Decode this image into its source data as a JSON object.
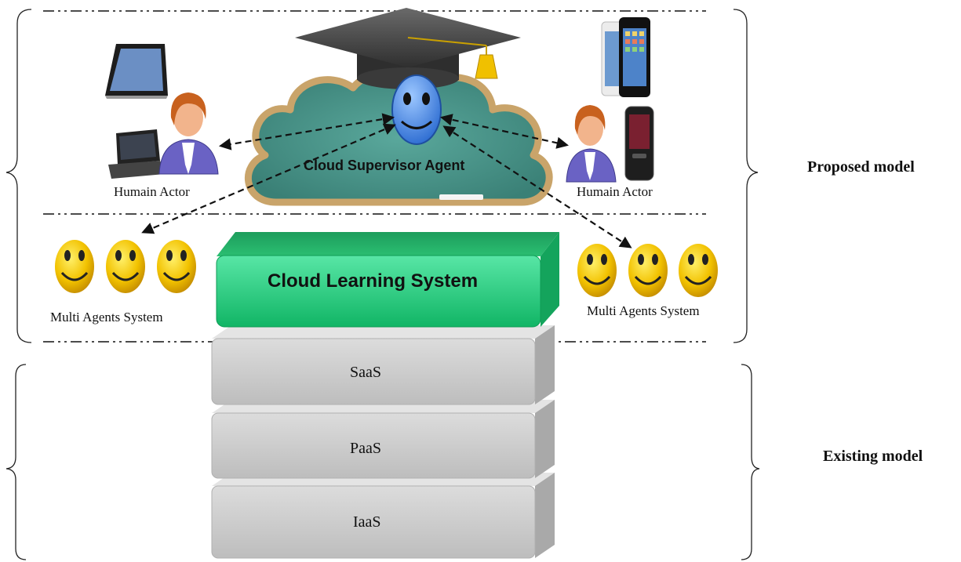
{
  "labels": {
    "proposed_model": "Proposed model",
    "existing_model": "Existing model",
    "cloud_supervisor_agent": "Cloud Supervisor Agent",
    "cloud_learning_system": "Cloud Learning System",
    "human_actor_left": "Humain Actor",
    "human_actor_right": "Humain Actor",
    "mas_left": "Multi Agents System",
    "mas_right": "Multi Agents System"
  },
  "layers": [
    "SaaS",
    "PaaS",
    "IaaS"
  ],
  "colors": {
    "cls_green": "#1ec97a",
    "layer_gray": "#c8c8c8",
    "cloud_fill": "#4c9a8e",
    "cloud_border": "#c9a46a",
    "smiley_yellow": "#f3c500",
    "agent_blue": "#3d82e0"
  },
  "icons": [
    "tablet-icon",
    "laptop-icon",
    "person-icon",
    "smartphone-icon",
    "graduation-cap-icon",
    "smiley-icon",
    "robot-face-icon"
  ]
}
